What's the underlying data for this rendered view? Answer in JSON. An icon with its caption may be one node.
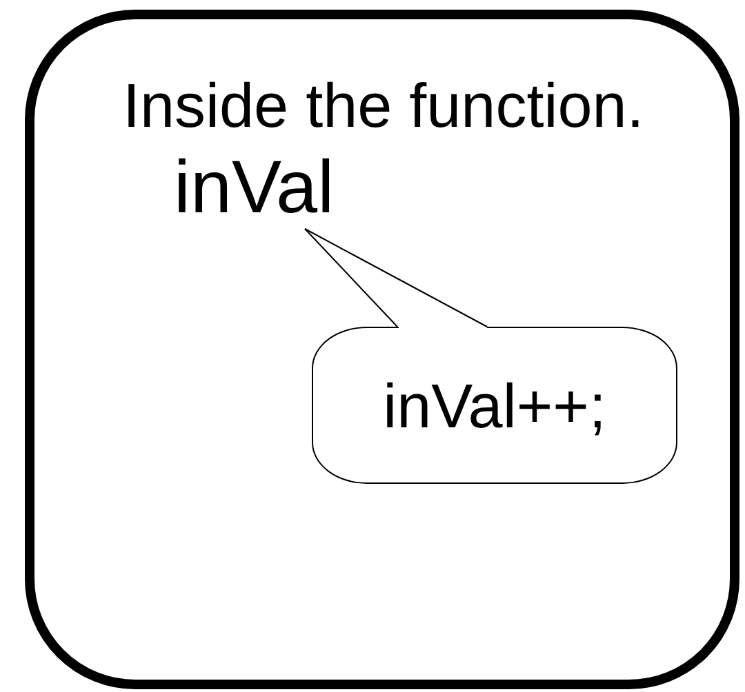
{
  "diagram": {
    "nodes": [
      {
        "text": [
          "Inside the function."
        ]
      },
      {
        "text": [
          "inVal"
        ],
        "in": 0
      },
      {
        "text": [
          "inVal++;"
        ],
        "in": 0
      }
    ],
    "edges": [
      {
        "from": 2,
        "to": 1,
        "arrow": "none"
      }
    ]
  }
}
